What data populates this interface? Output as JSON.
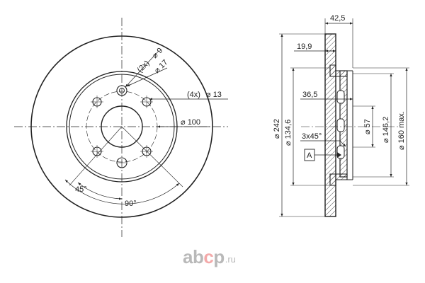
{
  "front_view": {
    "label_2x_hole": "(2x)",
    "label_hole_small": "9",
    "label_hole_17": "17",
    "label_4x": "(4x)",
    "label_13": "13",
    "label_100": "100",
    "label_45deg": "45°",
    "label_90deg": "90°"
  },
  "section_view": {
    "dim_42_5": "42,5",
    "dim_19_9": "19,9",
    "dim_36_5": "36,5",
    "dim_3x45": "3x45°",
    "datum_a": "A",
    "dim_242": "242",
    "dim_134_6": "134,6",
    "dim_57": "57",
    "dim_146_2": "146,2",
    "dim_160_max": "160 max."
  },
  "logo": {
    "brand": "abcp",
    "tld": ".ru"
  },
  "colors": {
    "line": "#222222",
    "logo_gray": "#b9b9b9",
    "logo_accent": "#f3a9a9"
  }
}
